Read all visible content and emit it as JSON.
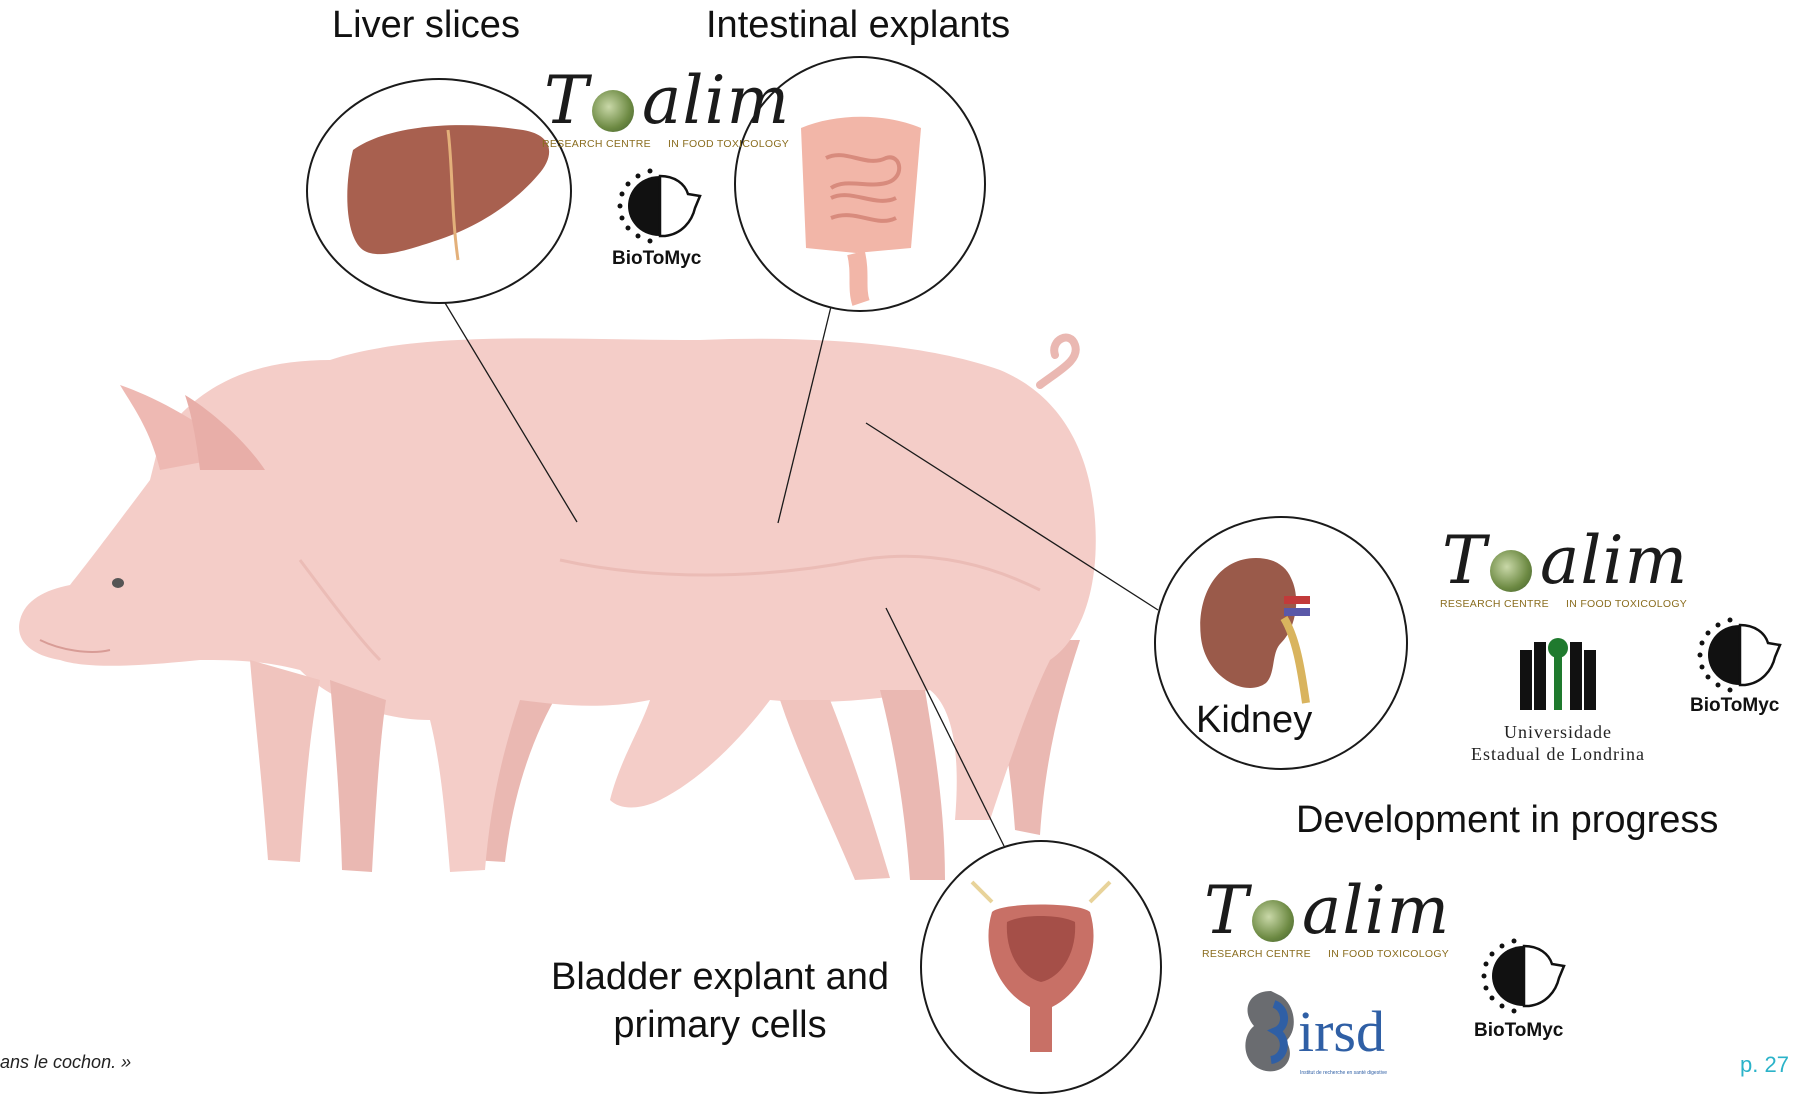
{
  "labels": {
    "liver": "Liver slices",
    "intestine": "Intestinal explants",
    "kidney": "Kidney",
    "bladder_line1": "Bladder explant and",
    "bladder_line2": "primary cells",
    "development": "Development in progress"
  },
  "logos": {
    "toxalim": {
      "word_a": "T",
      "word_b": "alim",
      "subtitle_left": "RESEARCH CENTRE",
      "subtitle_right": "IN FOOD TOXICOLOGY"
    },
    "biotomyc": "BioToMyc",
    "uel_line1": "Universidade",
    "uel_line2": "Estadual de Londrina",
    "irsd": "irsd",
    "irsd_sub": "Institut de recherche en santé digestive"
  },
  "footer": {
    "partial_text": "ans le cochon. »",
    "page": "p. 27"
  },
  "colors": {
    "pig": "#f4cdc8",
    "pig_shadow": "#e9b5b0",
    "liver": "#a8604f",
    "intestine": "#f2b6a8",
    "kidney": "#9a5a4a",
    "bladder": "#c87066",
    "page_accent": "#2bb3c9",
    "toxalim_gold": "#8a6d1f"
  }
}
